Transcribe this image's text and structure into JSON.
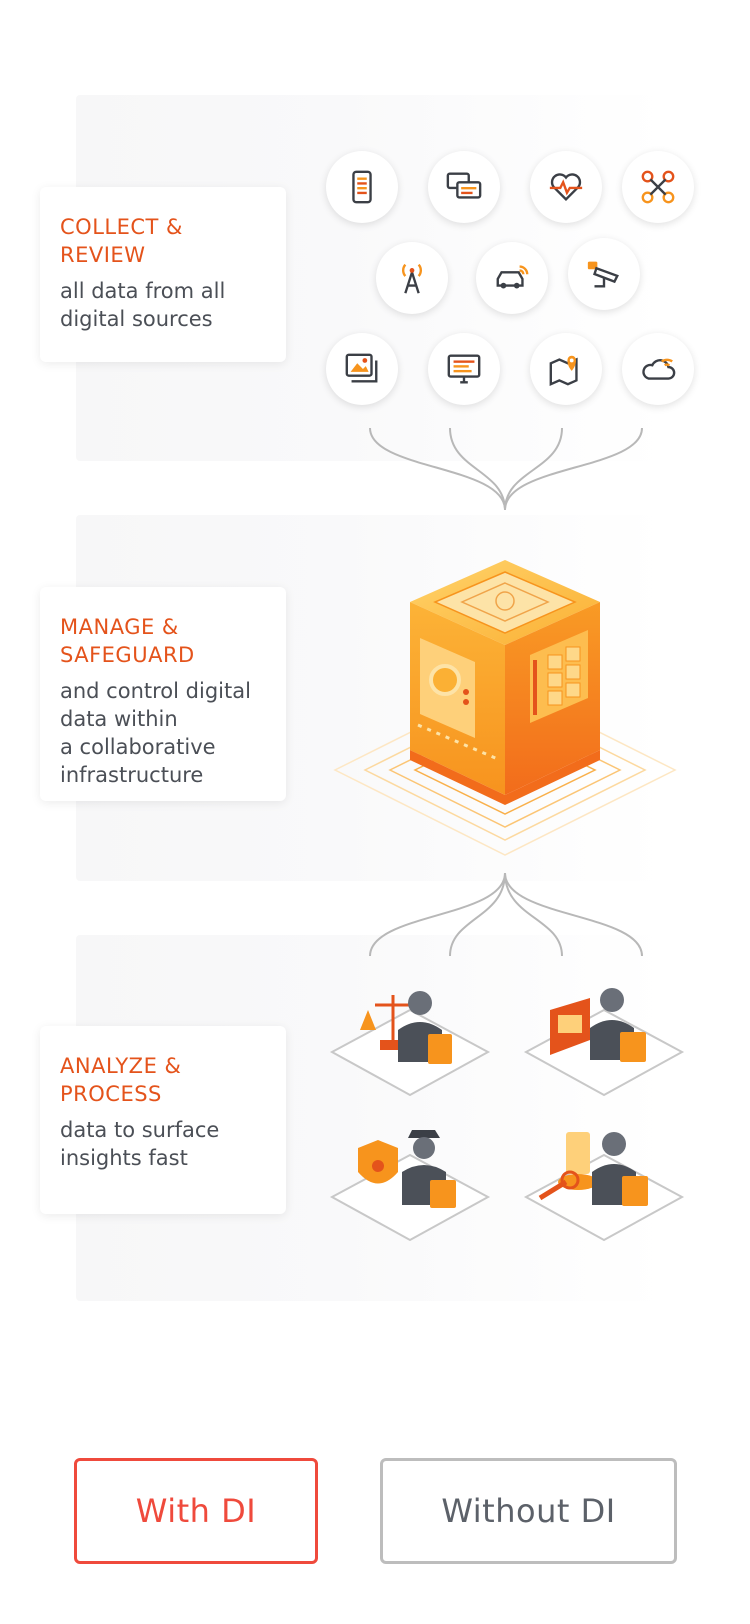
{
  "steps": [
    {
      "title": "COLLECT &\nREVIEW",
      "description": "all data from all\ndigital sources"
    },
    {
      "title": "MANAGE &\nSAFEGUARD",
      "description": "and control digital\ndata within\na collaborative\ninfrastructure"
    },
    {
      "title": "ANALYZE &\nPROCESS",
      "description": "data to surface\ninsights fast"
    }
  ],
  "sources": [
    {
      "icon": "mobile-phone-icon"
    },
    {
      "icon": "chat-messages-icon"
    },
    {
      "icon": "heart-rate-icon"
    },
    {
      "icon": "drone-icon"
    },
    {
      "icon": "cell-tower-icon"
    },
    {
      "icon": "connected-car-icon"
    },
    {
      "icon": "security-camera-icon"
    },
    {
      "icon": "image-gallery-icon"
    },
    {
      "icon": "computer-monitor-icon"
    },
    {
      "icon": "map-location-icon"
    },
    {
      "icon": "cloud-wifi-icon"
    }
  ],
  "analysts": [
    {
      "icon": "legal-analyst-icon"
    },
    {
      "icon": "data-analyst-icon"
    },
    {
      "icon": "police-officer-icon"
    },
    {
      "icon": "forensic-investigator-icon"
    }
  ],
  "hub": {
    "icon": "data-cube-icon"
  },
  "toggle": {
    "with_label": "With DI",
    "without_label": "Without DI",
    "active": "With DI"
  },
  "colors": {
    "accent": "#e4531b",
    "orange": "#f7941d",
    "active_border": "#ef4a3c",
    "inactive_border": "#bdbdbd"
  }
}
